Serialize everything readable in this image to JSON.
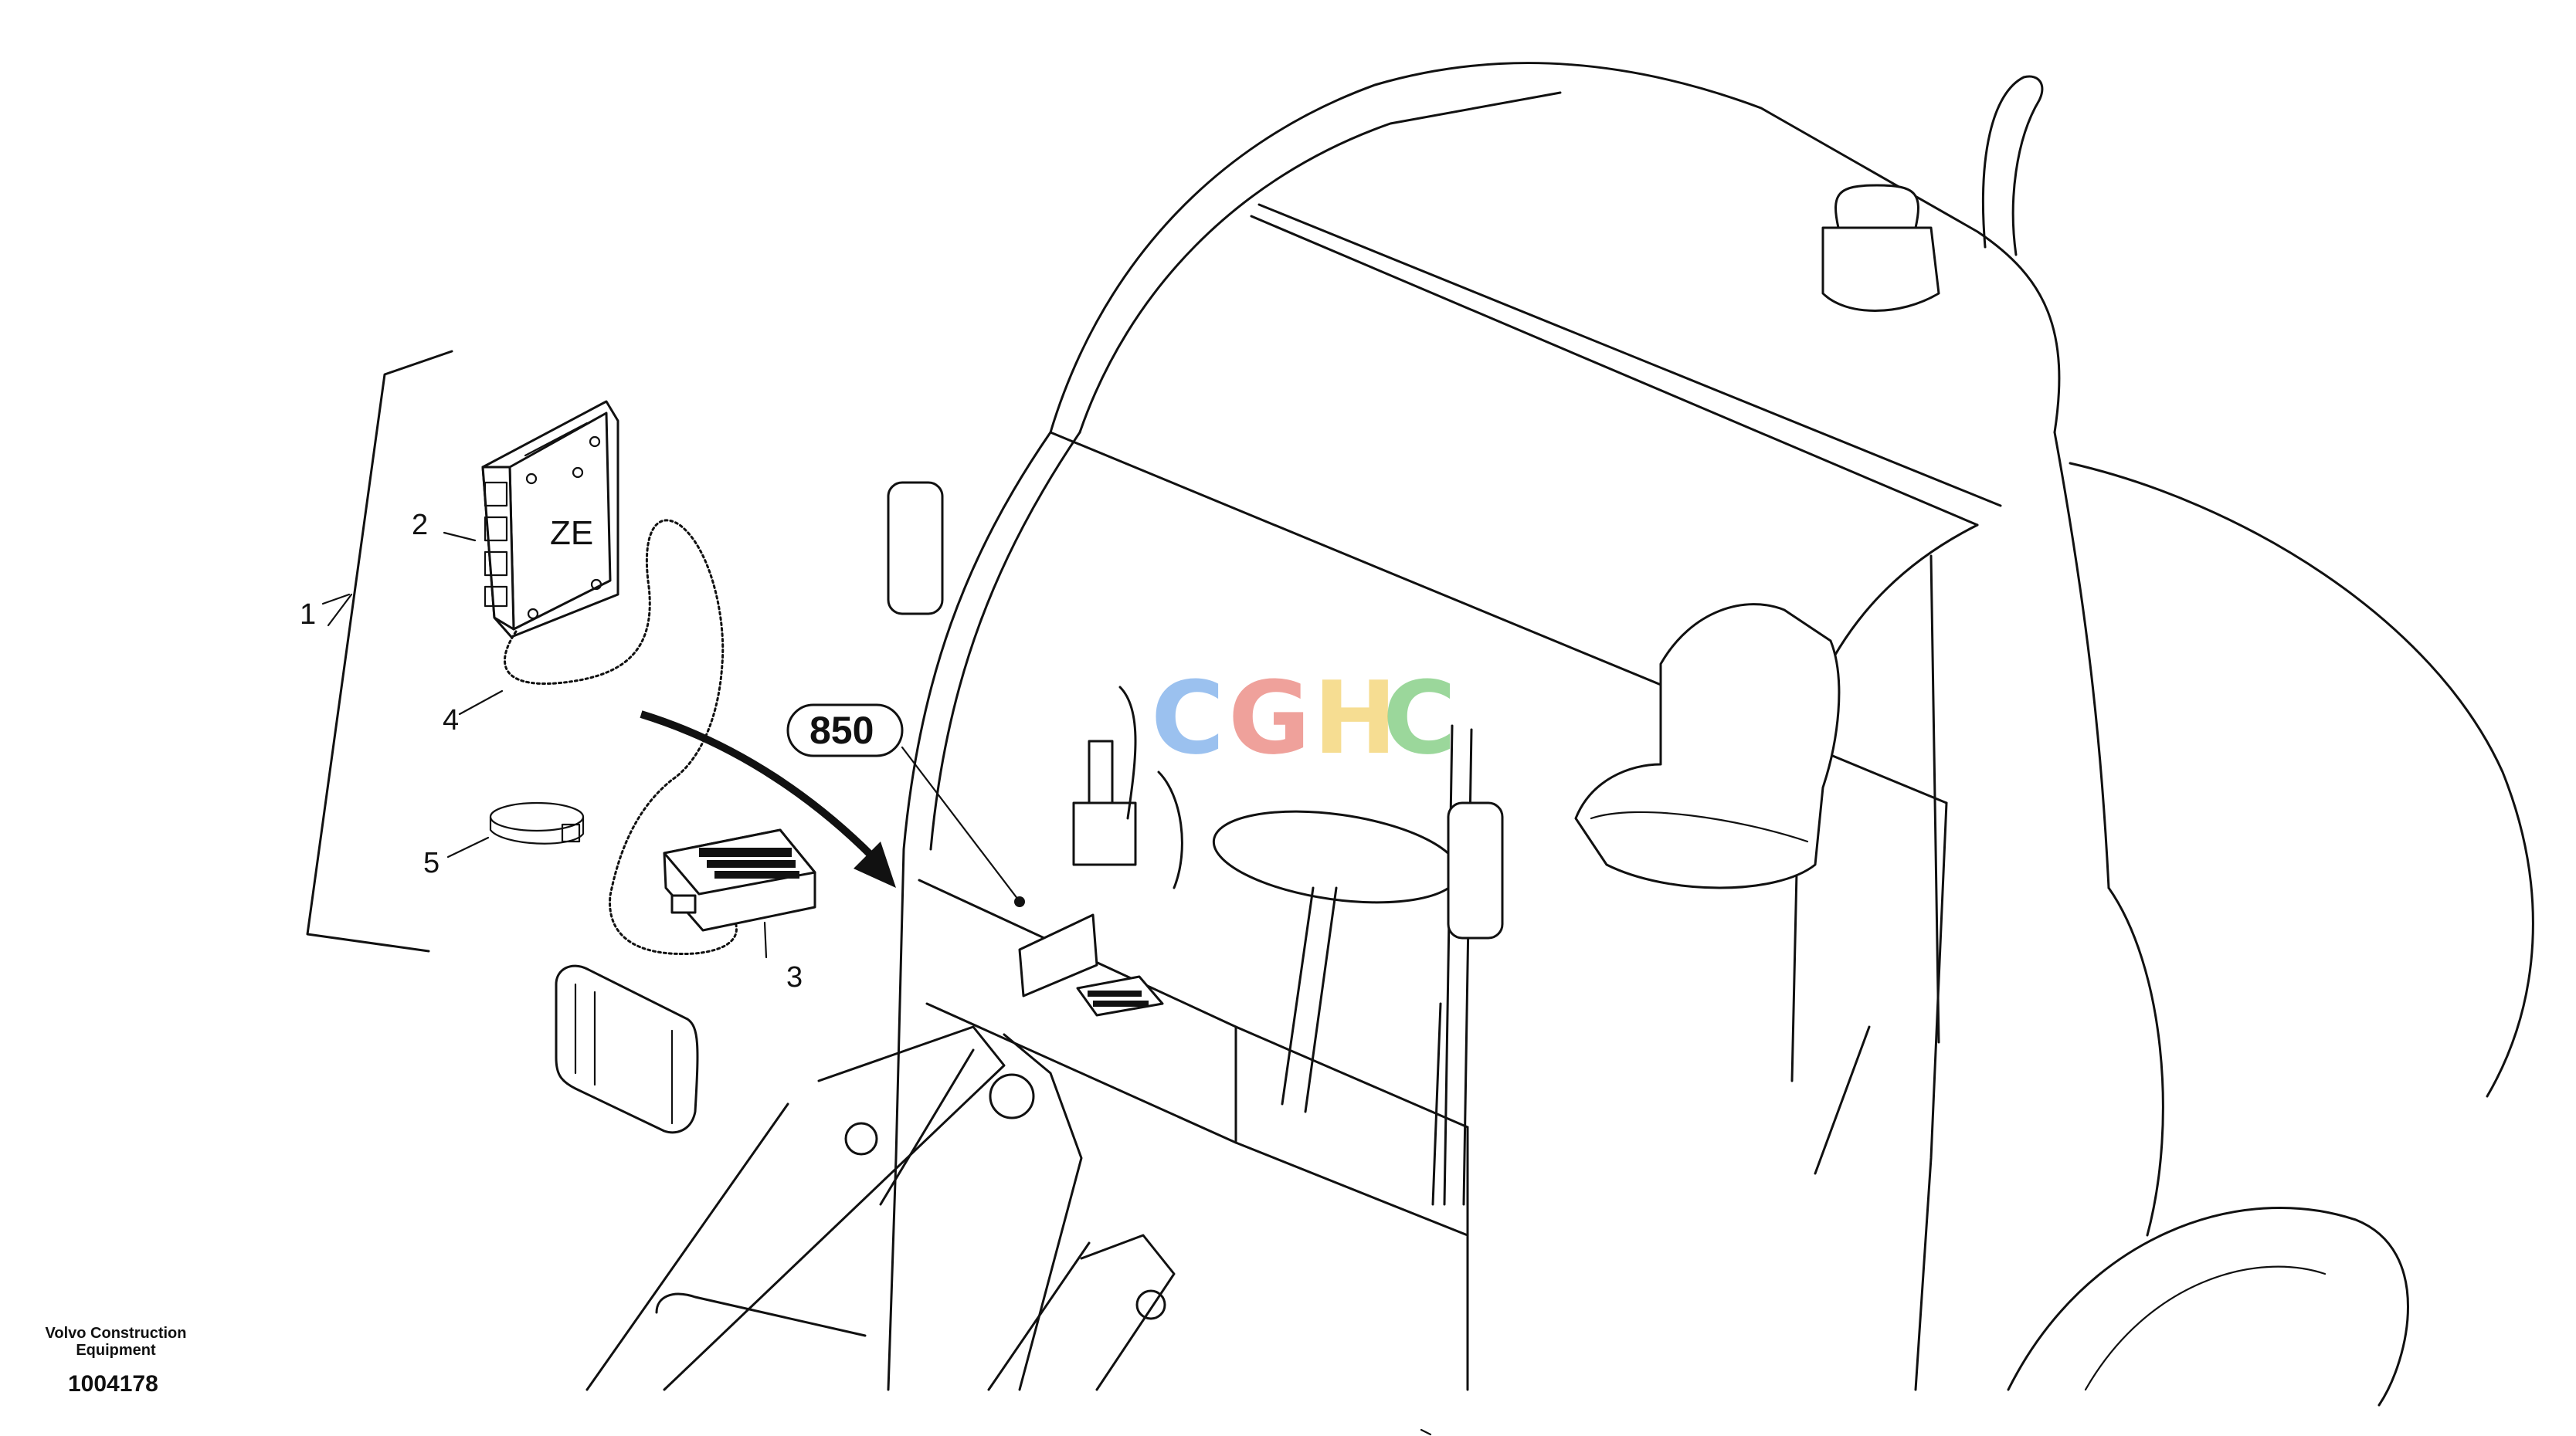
{
  "callouts": {
    "c1": "1",
    "c2": "2",
    "c3": "3",
    "c4": "4",
    "c5": "5"
  },
  "module_label": "ZE",
  "reference_label": "850",
  "watermark": {
    "letters": [
      "C",
      "G",
      "H",
      "C"
    ],
    "colors": [
      "#4a90e2",
      "#e2554a",
      "#f0c23a",
      "#4ab84a"
    ]
  },
  "footer": {
    "brand": "Volvo Construction Equipment",
    "part_number": "1004178"
  },
  "icons": [
    "ecu-module",
    "wiring-harness",
    "display-panel",
    "cable-clamp",
    "work-light",
    "rotating-beacon",
    "exhaust-pipe",
    "seat",
    "steering-wheel",
    "joystick"
  ]
}
